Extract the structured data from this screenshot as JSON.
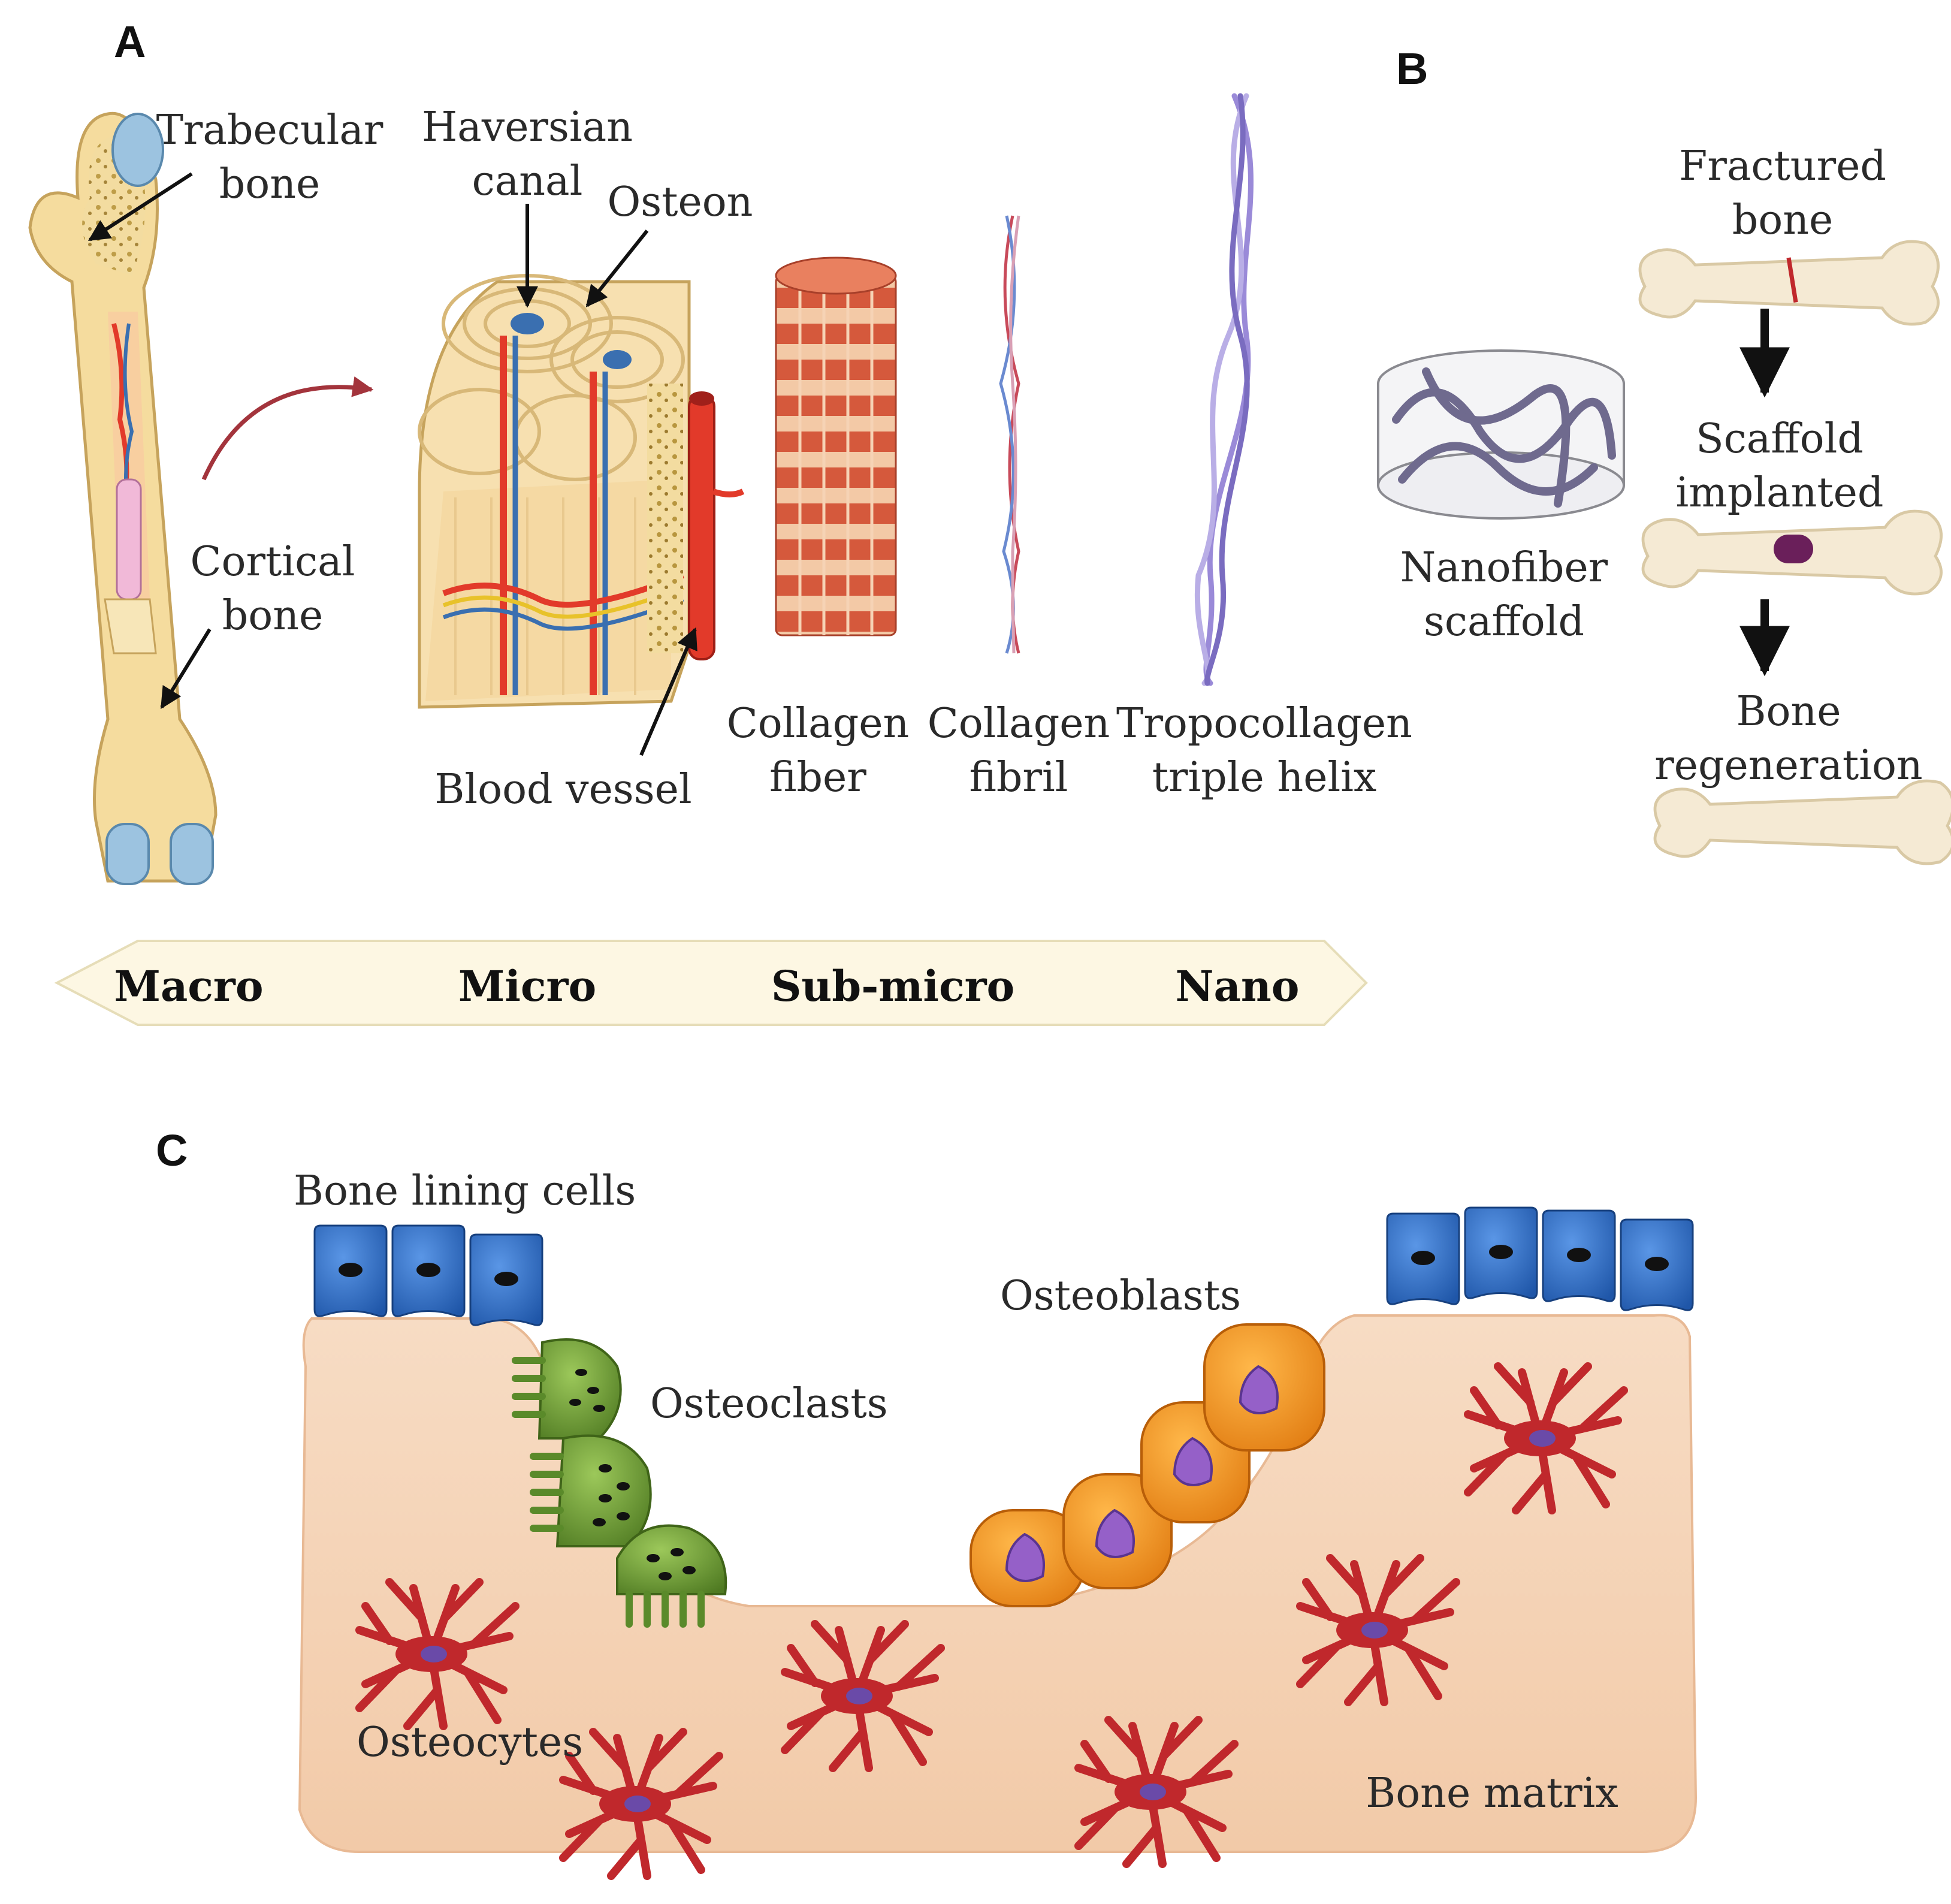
{
  "panels": {
    "a": "A",
    "b": "B",
    "c": "C"
  },
  "panel_a": {
    "trabecular": [
      "Trabecular",
      "bone"
    ],
    "cortical": [
      "Cortical",
      "bone"
    ],
    "haversian": [
      "Haversian",
      "canal"
    ],
    "osteon": "Osteon",
    "blood_vessel": "Blood vessel",
    "collagen_fiber": [
      "Collagen",
      "fiber"
    ],
    "collagen_fibril": [
      "Collagen",
      "fibril"
    ],
    "tropocollagen": [
      "Tropocollagen",
      "triple helix"
    ]
  },
  "scale": [
    "Macro",
    "Micro",
    "Sub-micro",
    "Nano"
  ],
  "panel_b": {
    "fractured": [
      "Fractured",
      "bone"
    ],
    "nanofiber": [
      "Nanofiber",
      "scaffold"
    ],
    "implanted": [
      "Scaffold",
      "implanted"
    ],
    "regeneration": [
      "Bone",
      "regeneration"
    ]
  },
  "panel_c": {
    "lining": "Bone lining cells",
    "osteoclasts": "Osteoclasts",
    "osteoblasts": "Osteoblasts",
    "osteocytes": "Osteocytes",
    "matrix": "Bone matrix"
  },
  "colors": {
    "bone_tissue": "#f6d9c0",
    "lining_cell": "#2f6fc8",
    "osteoclast": "#6f9a38",
    "osteoblast": "#f09a2a",
    "osteocyte": "#c0282c",
    "vessel_red": "#e23a2a",
    "scale_bar": "#fdf7e3"
  }
}
